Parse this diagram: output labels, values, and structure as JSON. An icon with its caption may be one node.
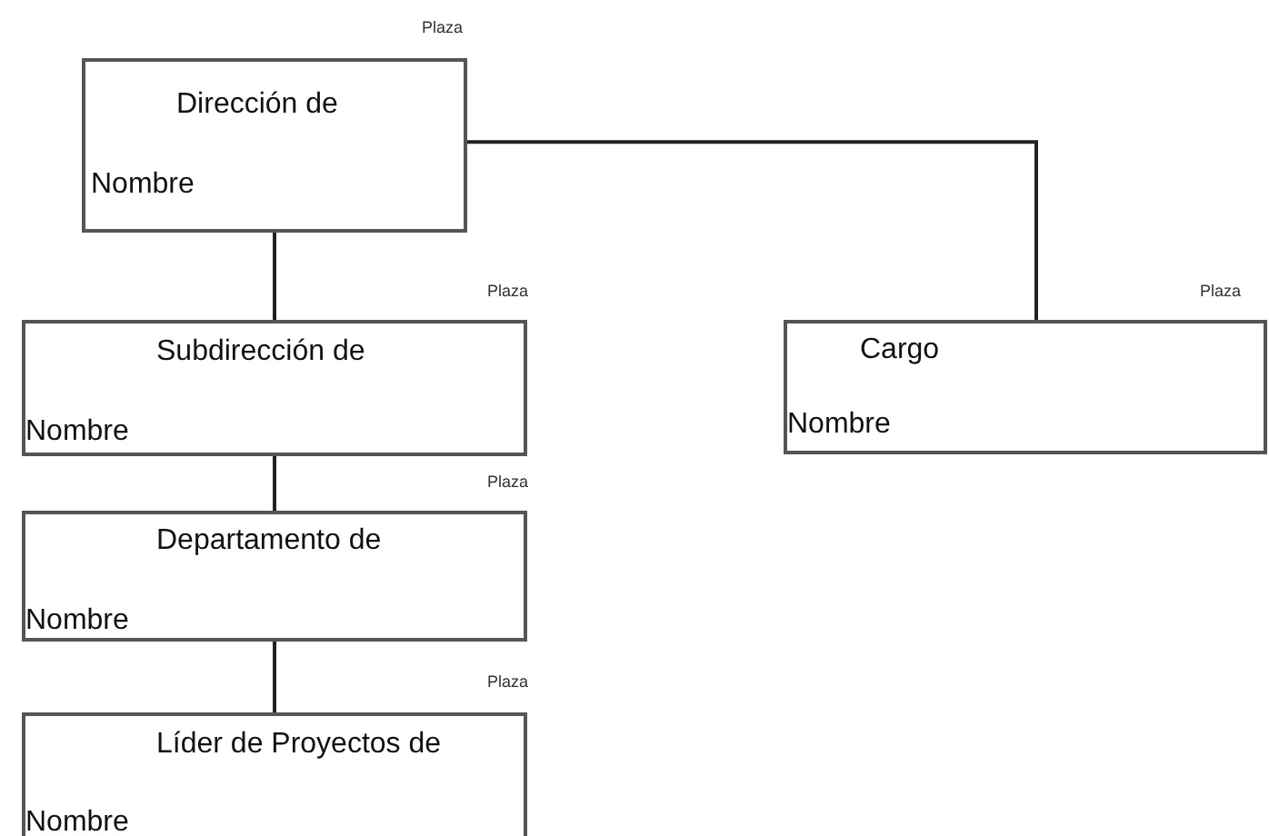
{
  "diagram": {
    "nodes": [
      {
        "text": [
          "Dirección de",
          "Nombre"
        ],
        "beside": [
          "Plaza"
        ]
      },
      {
        "text": [
          "Subdirección de",
          "Nombre"
        ],
        "beside": [
          "Plaza"
        ]
      },
      {
        "text": [
          "Departamento de",
          "Nombre"
        ],
        "beside": [
          "Plaza"
        ]
      },
      {
        "text": [
          "Líder de Proyectos de",
          "Nombre"
        ],
        "beside": [
          "Plaza"
        ]
      },
      {
        "text": [
          "Cargo",
          "Nombre"
        ],
        "beside": [
          "Plaza"
        ]
      }
    ],
    "edges": [
      {
        "from": 0,
        "to": 1,
        "arrow": "none"
      },
      {
        "from": 0,
        "to": 4,
        "arrow": "none"
      },
      {
        "from": 1,
        "to": 2,
        "arrow": "none"
      },
      {
        "from": 2,
        "to": 3,
        "arrow": "none"
      }
    ]
  }
}
